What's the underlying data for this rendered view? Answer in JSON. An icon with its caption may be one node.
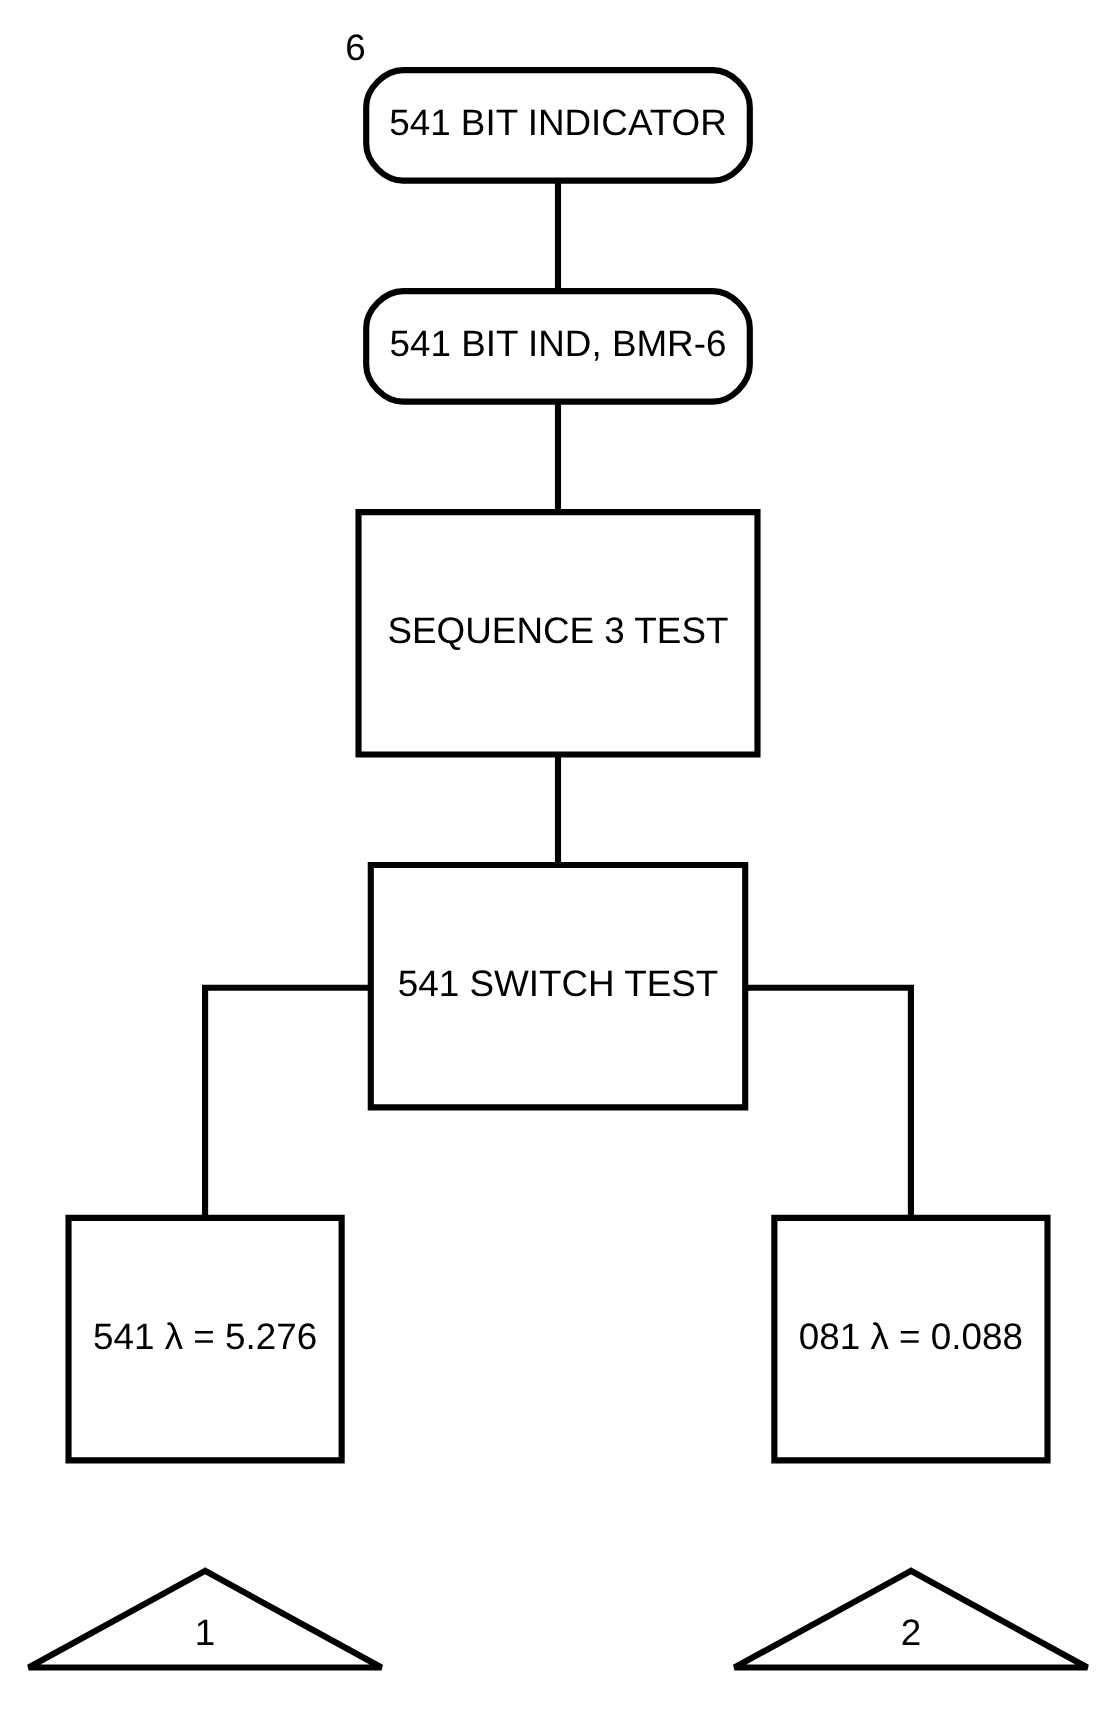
{
  "diagram": {
    "nodes": [
      {
        "text": [
          "541 BIT INDICATOR"
        ],
        "beside": [
          "6"
        ]
      },
      {
        "text": [
          "541 BIT IND, BMR-6"
        ]
      },
      {
        "text": [
          "SEQUENCE 3 TEST"
        ]
      },
      {
        "text": [
          "541 SWITCH TEST"
        ]
      },
      {
        "text": [
          "541 λ = 5.276"
        ]
      },
      {
        "text": [
          "081 λ = 0.088"
        ]
      },
      {
        "text": [
          "1"
        ]
      },
      {
        "text": [
          "2"
        ]
      }
    ],
    "edges": [
      {
        "from": 0,
        "to": 1,
        "arrow": "none"
      },
      {
        "from": 1,
        "to": 2,
        "arrow": "none"
      },
      {
        "from": 2,
        "to": 3,
        "arrow": "none"
      },
      {
        "from": 3,
        "to": 4,
        "arrow": "none"
      },
      {
        "from": 3,
        "to": 5,
        "arrow": "none"
      }
    ]
  }
}
